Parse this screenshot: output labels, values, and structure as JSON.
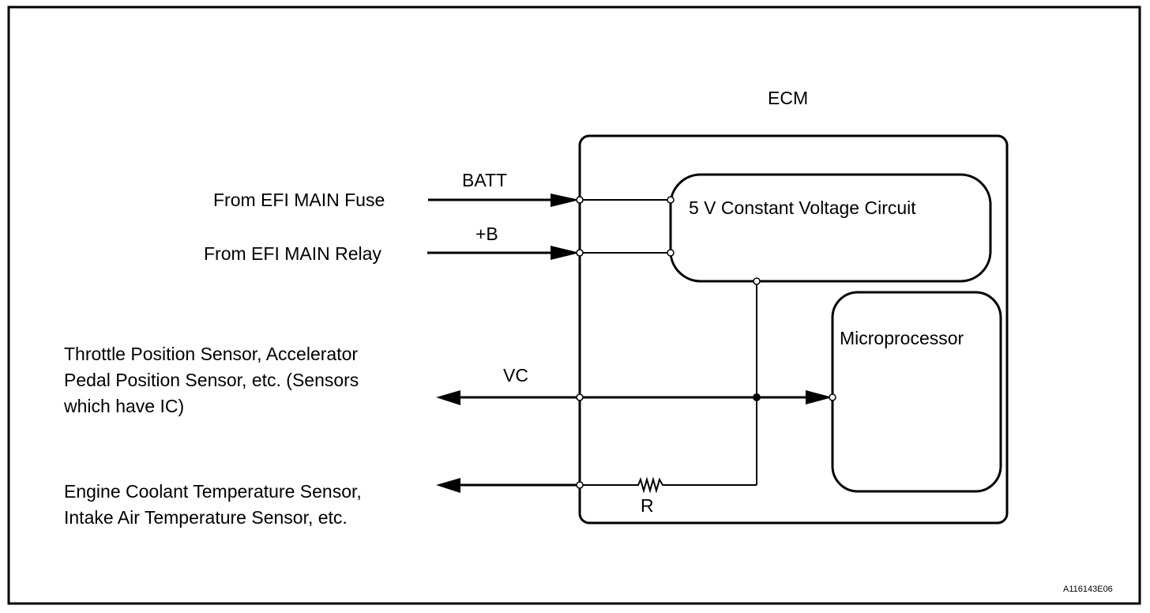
{
  "diagram": {
    "title": "ECM",
    "figure_id": "A116143E06",
    "blocks": {
      "constant_voltage": "5 V Constant Voltage Circuit",
      "microprocessor": "Microprocessor"
    },
    "inputs": [
      {
        "source": "From EFI MAIN Fuse",
        "signal": "BATT"
      },
      {
        "source": "From EFI MAIN Relay",
        "signal": "+B"
      }
    ],
    "outputs": [
      {
        "signal": "VC",
        "target_lines": [
          "Throttle Position Sensor, Accelerator",
          "Pedal Position Sensor, etc. (Sensors",
          "which have IC)"
        ]
      },
      {
        "signal": "R",
        "target_lines": [
          "Engine Coolant Temperature Sensor,",
          "Intake Air Temperature Sensor, etc."
        ]
      }
    ]
  }
}
